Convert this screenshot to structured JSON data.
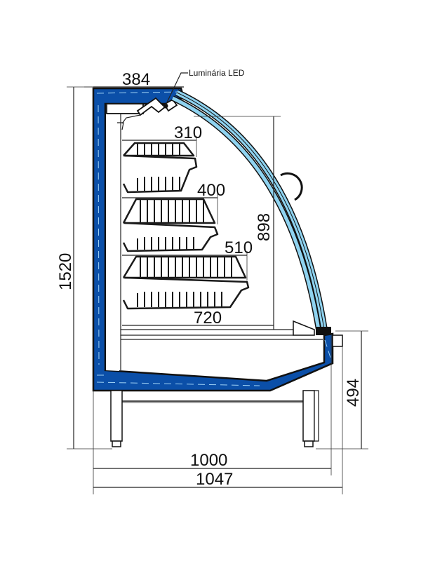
{
  "diagram": {
    "title": "Refrigerated display case - side section",
    "colors": {
      "body_blue": "#0b4fa8",
      "glass_blue": "#8fd3f0",
      "line": "#111111",
      "background": "#ffffff"
    },
    "labels": {
      "led_callout": "Luminária LED"
    },
    "dimensions": {
      "top_depth": "384",
      "shelf_1": "310",
      "shelf_2": "400",
      "shelf_3": "510",
      "base_shelf": "720",
      "display_height": "898",
      "total_height": "1520",
      "front_height": "494",
      "base_depth": "1000",
      "total_depth": "1047"
    }
  }
}
